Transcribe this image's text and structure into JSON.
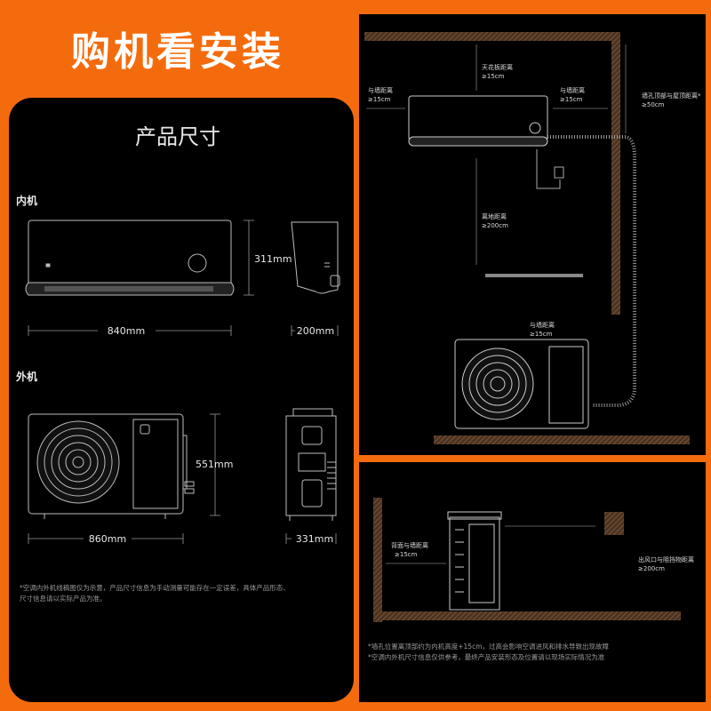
{
  "header": {
    "title": "购机看安装"
  },
  "dimensions": {
    "title": "产品尺寸",
    "indoor": {
      "label": "内机",
      "height": "311mm",
      "width": "840mm",
      "depth": "200mm"
    },
    "outdoor": {
      "label": "外机",
      "height": "551mm",
      "width": "860mm",
      "depth": "331mm"
    },
    "note_line1": "*空调内外机线稿图仅为示意，产品尺寸信息为手动测量可能存在一定误差，具体产品形态、",
    "note_line2": "尺寸信息请以实际产品为准。"
  },
  "install_front": {
    "ceiling_label": "天花板距离",
    "ceiling_value": "≥15cm",
    "left_wall_label": "与墙距离",
    "left_wall_value": "≥15cm",
    "right_wall_label": "与墙距离",
    "right_wall_value": "≥15cm",
    "hole_label": "墙孔顶部与屋顶距离*",
    "hole_value": "≥50cm",
    "floor_label": "离地距离",
    "floor_value": "≥200cm",
    "outdoor_wall_label": "与墙距离",
    "outdoor_wall_value": "≥15cm"
  },
  "install_side": {
    "back_label": "背面与墙距离",
    "back_value": "≥15cm",
    "outlet_label": "出风口与阻挡物距离",
    "outlet_value": "≥200cm",
    "note_line1": "*墙孔位置离顶部约为内机高度+15cm，过高会影响空调进风和排水导致出现故障",
    "note_line2": "*空调内外机尺寸信息仅供参考，最终产品安装形态及位置请以现场实际情况为准"
  },
  "colors": {
    "accent": "#f46b0d",
    "panel": "#000000",
    "hatch": "#6e4a2e"
  }
}
